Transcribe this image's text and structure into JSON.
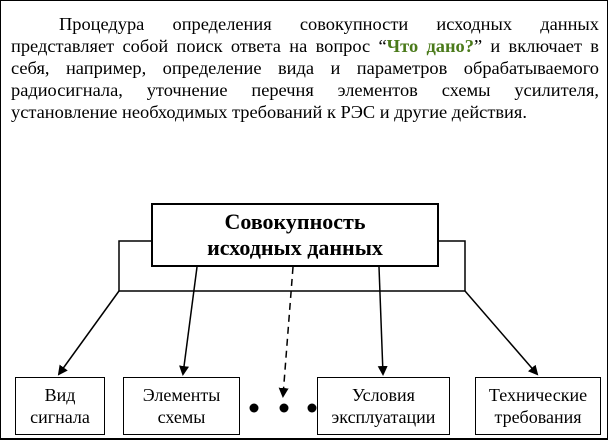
{
  "paragraph": {
    "before": "Процедура определения совокупности исходных данных представляет собой поиск ответа на вопрос “",
    "highlight": "Что дано?",
    "after": "” и включает в себя, например, определение вида и параметров обрабатываемого радиосигнала, уточнение перечня элементов схемы усилителя, установление необходимых требований к РЭС и другие действия."
  },
  "diagram": {
    "root": {
      "line1": "Совокупность",
      "line2": "исходных данных"
    },
    "children": [
      {
        "line1": "Вид",
        "line2": "сигнала"
      },
      {
        "line1": "Элементы",
        "line2": "схемы"
      },
      {
        "line1": "Условия",
        "line2": "эксплуатации"
      },
      {
        "line1": "Технические",
        "line2": "требования"
      }
    ],
    "ellipsis": "• • •"
  },
  "colors": {
    "highlight": "#4a7a1a",
    "ink": "#000000"
  }
}
